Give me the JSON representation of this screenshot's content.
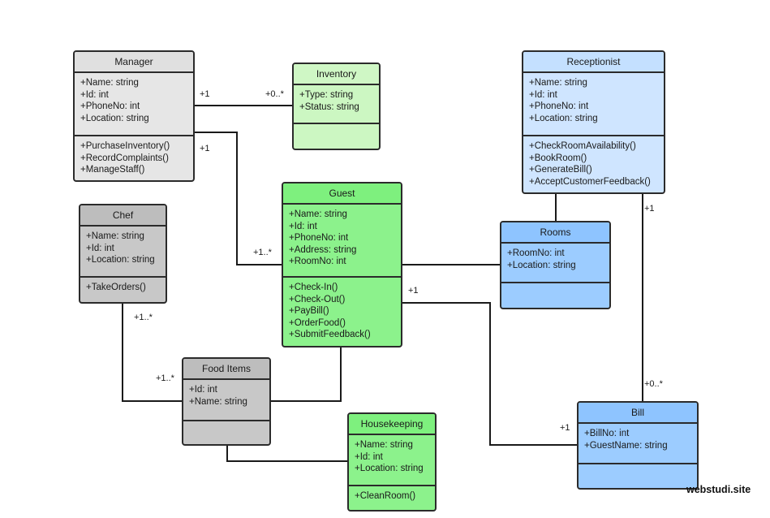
{
  "classes": {
    "manager": {
      "name": "Manager",
      "attributes": [
        "+Name: string",
        "+Id: int",
        "+PhoneNo: int",
        "+Location: string"
      ],
      "methods": [
        "+PurchaseInventory()",
        "+RecordComplaints()",
        "+ManageStaff()"
      ]
    },
    "inventory": {
      "name": "Inventory",
      "attributes": [
        "+Type: string",
        "+Status: string"
      ],
      "methods": []
    },
    "receptionist": {
      "name": "Receptionist",
      "attributes": [
        "+Name: string",
        "+Id: int",
        "+PhoneNo: int",
        "+Location: string"
      ],
      "methods": [
        "+CheckRoomAvailability()",
        "+BookRoom()",
        "+GenerateBill()",
        "+AcceptCustomerFeedback()"
      ]
    },
    "chef": {
      "name": "Chef",
      "attributes": [
        "+Name: string",
        "+Id: int",
        "+Location: string"
      ],
      "methods": [
        "+TakeOrders()"
      ]
    },
    "guest": {
      "name": "Guest",
      "attributes": [
        "+Name: string",
        "+Id: int",
        "+PhoneNo: int",
        "+Address: string",
        "+RoomNo: int"
      ],
      "methods": [
        "+Check-In()",
        "+Check-Out()",
        "+PayBill()",
        "+OrderFood()",
        "+SubmitFeedback()"
      ]
    },
    "rooms": {
      "name": "Rooms",
      "attributes": [
        "+RoomNo: int",
        "+Location: string"
      ],
      "methods": []
    },
    "food_items": {
      "name": "Food Items",
      "attributes": [
        "+Id: int",
        "+Name: string"
      ],
      "methods": []
    },
    "housekeeping": {
      "name": "Housekeeping",
      "attributes": [
        "+Name: string",
        "+Id: int",
        "+Location: string"
      ],
      "methods": [
        "+CleanRoom()"
      ]
    },
    "bill": {
      "name": "Bill",
      "attributes": [
        "+BillNo: int",
        "+GuestName: string"
      ],
      "methods": []
    }
  },
  "multiplicities": {
    "manager_inventory_left": "+1",
    "manager_inventory_right": "+0..*",
    "manager_guest_top": "+1",
    "manager_guest_bottom": "+1..*",
    "chef_food": "+1..*",
    "food_chef": "+1..*",
    "guest_bill_top": "+1",
    "guest_bill_bottom": "+1",
    "receptionist_bill_top": "+1",
    "receptionist_bill_bottom": "+0..*"
  },
  "watermark": "webstudi.site",
  "colors": {
    "manager": "#e6e6e6",
    "chef": "#c8c8c8",
    "inventory": "#ccf7c2",
    "guest": "#8cf28c",
    "receptionist": "#cfe5ff",
    "rooms": "#9cccff",
    "line": "#1a1a1a"
  }
}
